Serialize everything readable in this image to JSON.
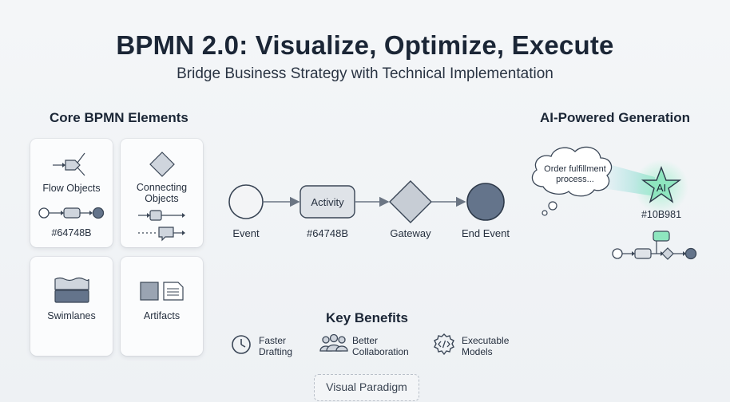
{
  "header": {
    "title": "BPMN 2.0: Visualize, Optimize, Execute",
    "subtitle": "Bridge Business Strategy with Technical Implementation"
  },
  "core": {
    "heading": "Core BPMN Elements",
    "cards": [
      {
        "label": "Flow Objects",
        "color_code": "#64748B"
      },
      {
        "label": "Connecting Objects"
      },
      {
        "label": "Swimlanes"
      },
      {
        "label": "Artifacts"
      }
    ]
  },
  "flow": {
    "nodes": [
      {
        "label": "Event"
      },
      {
        "label": "Activity",
        "sublabel": "#64748B"
      },
      {
        "label": "Gateway"
      },
      {
        "label": "End Event"
      }
    ]
  },
  "ai": {
    "heading": "AI-Powered Generation",
    "cloud_text": "Order fulfillment process...",
    "badge": "AI",
    "color_code": "#10B981"
  },
  "benefits": {
    "heading": "Key Benefits",
    "items": [
      {
        "label": "Faster Drafting",
        "icon": "clock-icon"
      },
      {
        "label": "Better Collaboration",
        "icon": "people-icon"
      },
      {
        "label": "Executable Models",
        "icon": "code-gear-icon"
      }
    ]
  },
  "footer": {
    "label": "Visual Paradigm"
  },
  "colors": {
    "slate": "#64748B",
    "green": "#10B981",
    "dark": "#1b2636"
  }
}
